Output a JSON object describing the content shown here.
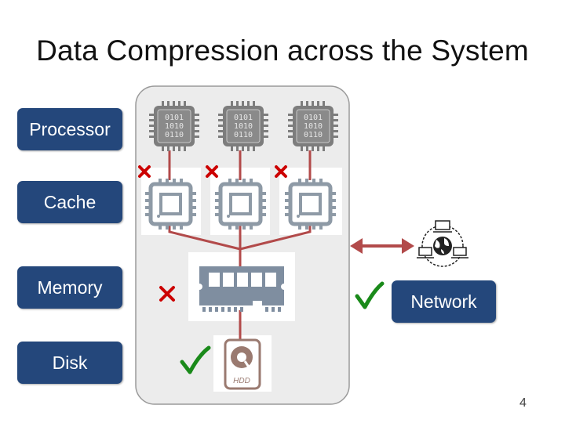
{
  "title": "Data Compression across the System",
  "labels": {
    "processor": "Processor",
    "cache": "Cache",
    "memory": "Memory",
    "disk": "Disk",
    "network": "Network"
  },
  "chip_text": [
    "0101",
    "1010",
    "0110"
  ],
  "hdd_text": "HDD",
  "page_number": "4",
  "marks": {
    "cache_links": [
      "cross",
      "cross",
      "cross"
    ],
    "memory": "cross",
    "disk": "check",
    "network": "check"
  },
  "colors": {
    "label_bg": "#24477b",
    "wire": "#b24a4a",
    "cross": "#cc0000",
    "check": "#1a8a1a",
    "chip": "#7d7d7d",
    "hdd": "#9a7a70"
  }
}
